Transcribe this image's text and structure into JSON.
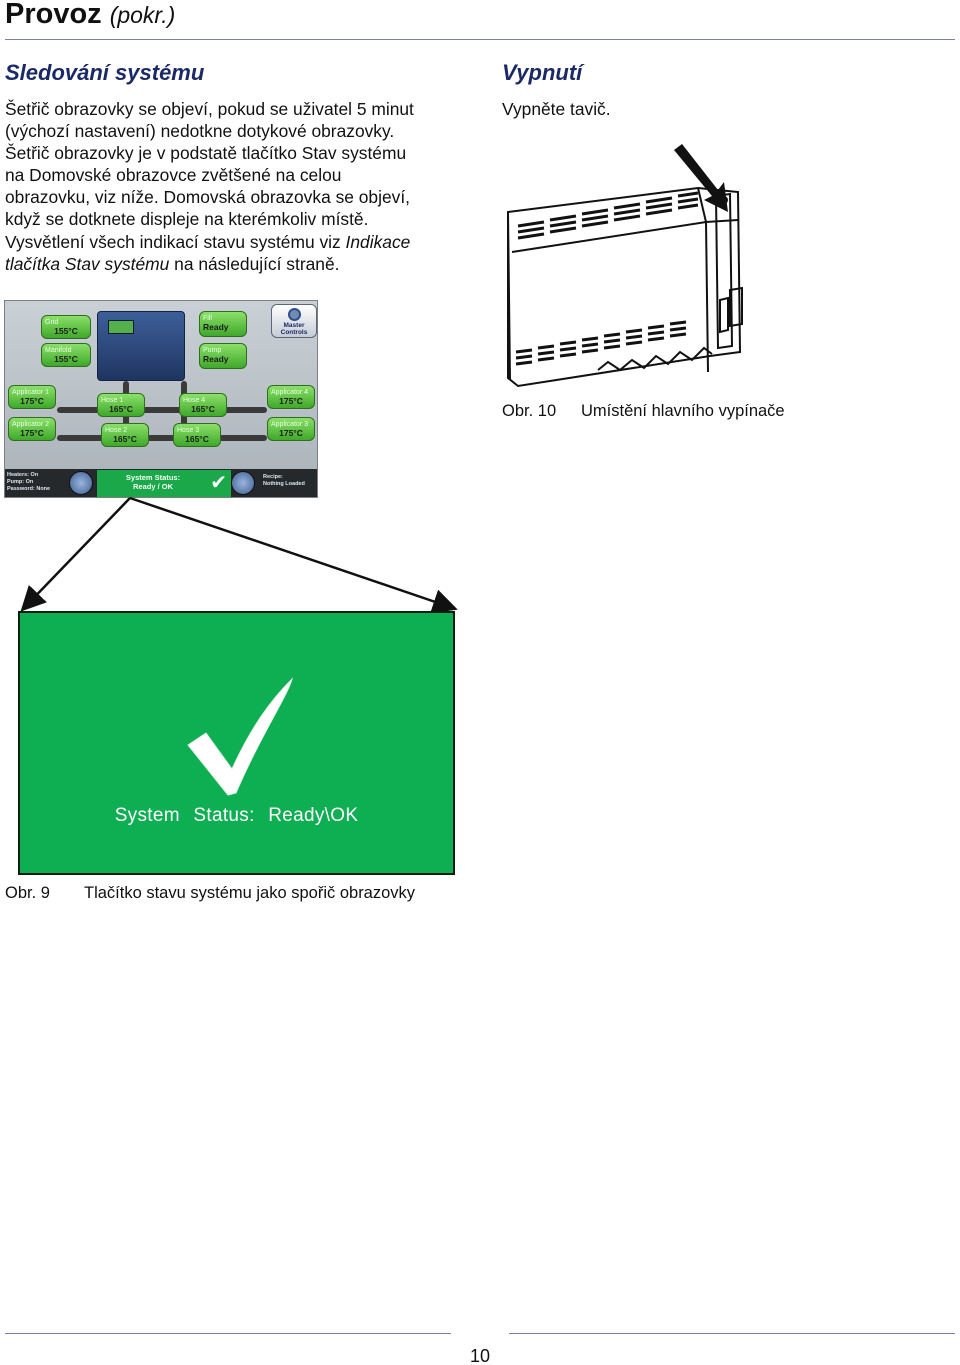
{
  "header": {
    "title": "Provoz",
    "subtitle": "(pokr.)"
  },
  "left": {
    "heading": "Sledování systému",
    "lines": [
      "Šetřič obrazovky se objeví, pokud se uživatel 5 minut",
      "(výchozí nastavení) nedotkne dotykové obrazovky.",
      "Šetřič obrazovky je v podstatě tlačítko Stav systému",
      "na Domovské obrazovce zvětšené na celou",
      "obrazovku, viz níže. Domovská obrazovka se objeví,",
      "když se dotknete displeje na kterémkoliv místě.",
      "Vysvětlení všech indikací stavu systému viz "
    ],
    "line7_italic": "Indikace",
    "line8_italic": "tlačítka Stav systému",
    "line8_rest": " na následující straně."
  },
  "hmi": {
    "grid_label": "Grid",
    "grid_value": "155°C",
    "manifold_label": "Manifold",
    "manifold_value": "155°C",
    "fill_label": "Fill",
    "fill_value": "Ready",
    "pump_label": "Pump",
    "pump_value": "Ready",
    "master_controls": "Master Controls",
    "tiles": [
      {
        "label": "Applicator 1",
        "value": "175°C"
      },
      {
        "label": "Hose 1",
        "value": "165°C"
      },
      {
        "label": "Hose 4",
        "value": "165°C"
      },
      {
        "label": "Applicator 4",
        "value": "175°C"
      },
      {
        "label": "Applicator 2",
        "value": "175°C"
      },
      {
        "label": "Hose 2",
        "value": "165°C"
      },
      {
        "label": "Hose 3",
        "value": "165°C"
      },
      {
        "label": "Applicator 3",
        "value": "175°C"
      }
    ],
    "heaters": "Heaters: On",
    "pump": "Pump: On",
    "password": "Password: None",
    "status_title": "System Status:",
    "status_value": "Ready / OK",
    "recipe_title": "Recipe:",
    "recipe_value": "Nothing Loaded"
  },
  "status_screen": {
    "label": "System Status: Ready\\OK",
    "color": "#0eae52"
  },
  "fig9": {
    "number": "Obr. 9",
    "text": "Tlačítko stavu systému jako spořič obrazovky"
  },
  "right": {
    "heading": "Vypnutí",
    "text": "Vypněte tavič."
  },
  "fig10": {
    "number": "Obr. 10",
    "text": "Umístění hlavního vypínače"
  },
  "footer": {
    "page_number": "10"
  }
}
